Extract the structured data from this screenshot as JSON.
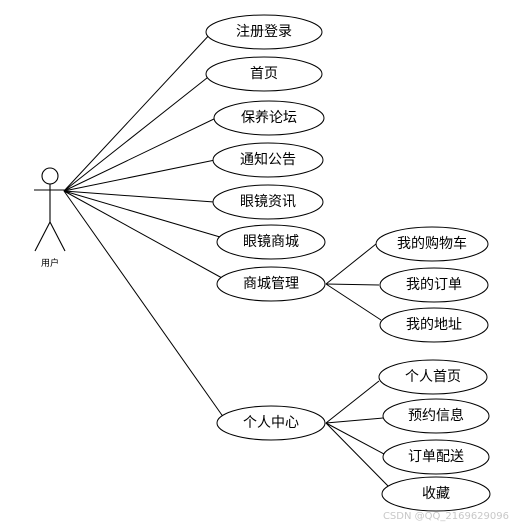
{
  "actor": {
    "label": "用户"
  },
  "use_cases": {
    "register_login": "注册登录",
    "home": "首页",
    "maintenance_forum": "保养论坛",
    "announcements": "通知公告",
    "glasses_info": "眼镜资讯",
    "glasses_mall": "眼镜商城",
    "mall_management": "商城管理",
    "my_cart": "我的购物车",
    "my_orders": "我的订单",
    "my_address": "我的地址",
    "personal_center": "个人中心",
    "personal_home": "个人首页",
    "booking_info": "预约信息",
    "order_delivery": "订单配送",
    "favorites": "收藏"
  },
  "watermark": "CSDN @QQ_2169629096"
}
